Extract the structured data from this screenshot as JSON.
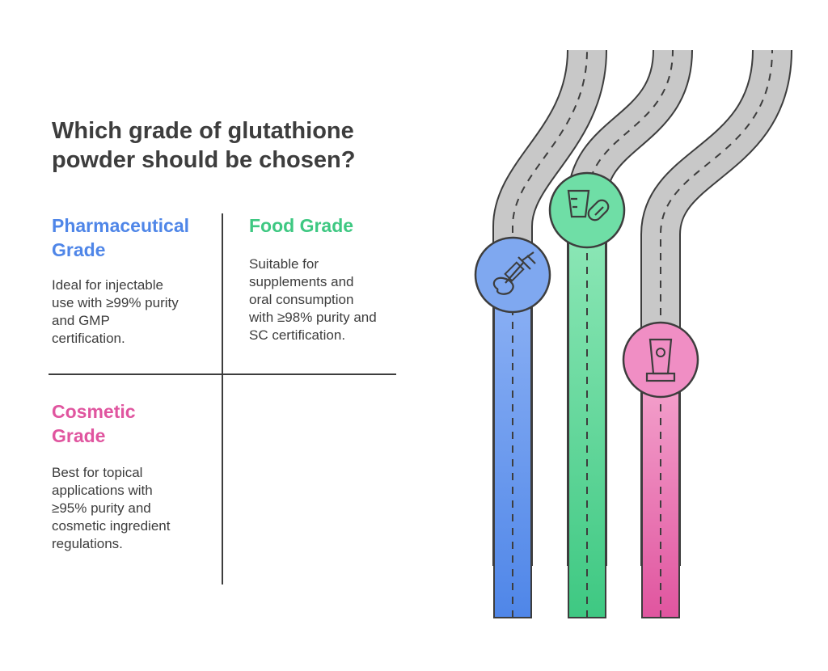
{
  "title": {
    "line1": "Which grade of glutathione",
    "line2": "powder should be chosen?"
  },
  "grades": {
    "pharmaceutical": {
      "name_line1": "Pharmaceutical",
      "name_line2": "Grade",
      "color": "#4f86e8",
      "desc_lines": [
        "Ideal for injectable",
        "use with ≥99% purity",
        "and GMP",
        "certification."
      ],
      "icon": "syringe-icon"
    },
    "food": {
      "name_line1": "Food Grade",
      "color": "#3ec882",
      "desc_lines": [
        "Suitable for",
        "supplements and",
        "oral consumption",
        "with ≥98% purity and",
        "SC certification."
      ],
      "icon": "cup-and-pill-icon"
    },
    "cosmetic": {
      "name_line1": "Cosmetic",
      "name_line2": "Grade",
      "color": "#e0559f",
      "desc_lines": [
        "Best for topical",
        "applications with",
        "≥95% purity and",
        "cosmetic ingredient",
        "regulations."
      ],
      "icon": "cream-tube-icon"
    }
  },
  "colors": {
    "road_gray": "#c8c8c8",
    "outline": "#3d3d3d",
    "text": "#3d3d3d"
  }
}
